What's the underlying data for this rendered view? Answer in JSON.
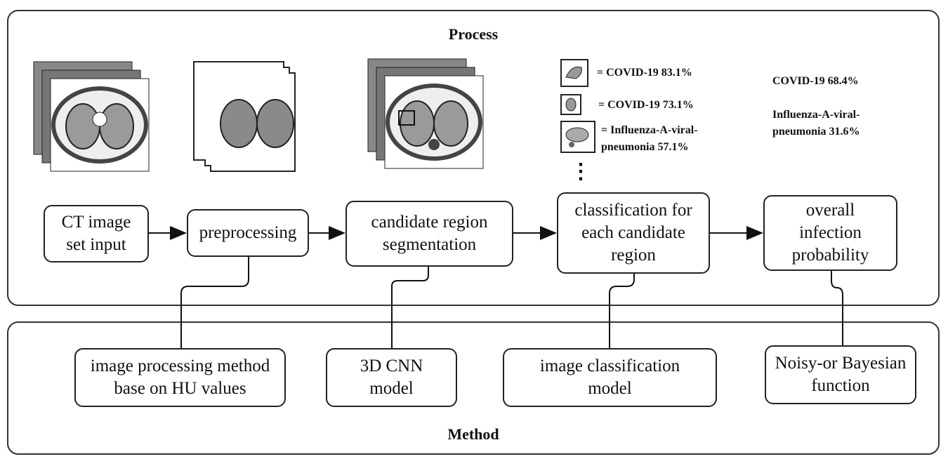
{
  "process_panel": {
    "title": "Process"
  },
  "method_panel": {
    "title": "Method"
  },
  "process_steps": [
    {
      "label": "CT image\nset input"
    },
    {
      "label": "preprocessing"
    },
    {
      "label": "candidate region\nsegmentation"
    },
    {
      "label": "classification for\neach candidate\nregion"
    },
    {
      "label": "overall\ninfection\nprobability"
    }
  ],
  "methods": [
    {
      "label": "image processing method\nbase on HU values"
    },
    {
      "label": "3D CNN\nmodel"
    },
    {
      "label": "image classification\nmodel"
    },
    {
      "label": "Noisy-or Bayesian\nfunction"
    }
  ],
  "candidate_results": [
    {
      "text": "= COVID-19 83.1%"
    },
    {
      "text": "= COVID-19 73.1%"
    },
    {
      "text": "= Influenza-A-viral-\npneumonia 57.1%"
    }
  ],
  "overall_results": [
    {
      "text": "COVID-19 68.4%"
    },
    {
      "text": "Influenza-A-viral-\npneumonia 31.6%"
    }
  ],
  "ellipsis": "⋮"
}
